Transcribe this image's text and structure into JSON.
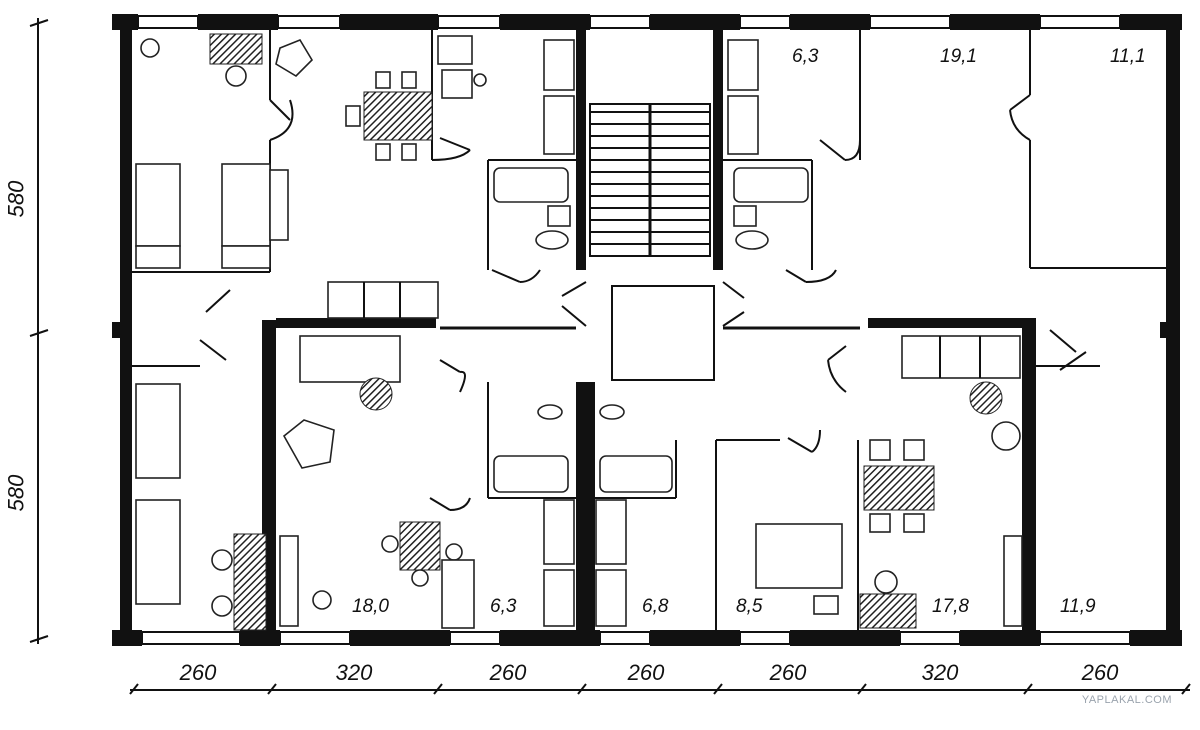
{
  "room_areas": {
    "top_kitchen": "6,3",
    "top_living": "19,1",
    "top_bedroom": "11,1",
    "bottom_living_left": "18,0",
    "bottom_kitchen_left": "6,3",
    "bottom_kitchen_right": "6,8",
    "bottom_bedroom": "8,5",
    "bottom_living_right": "17,8",
    "bottom_room_right": "11,9"
  },
  "horizontal_dimensions": [
    "260",
    "320",
    "260",
    "260",
    "260",
    "320",
    "260"
  ],
  "vertical_dimensions": [
    "580",
    "580"
  ],
  "watermark": "YAPLAKAL.COM"
}
